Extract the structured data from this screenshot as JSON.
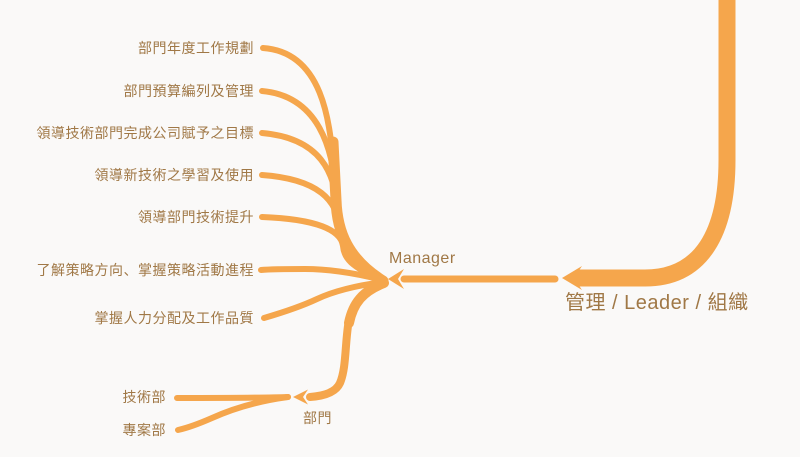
{
  "colors": {
    "background": "#FAF9F8",
    "branch": "#F5A64C",
    "text": "#A07846"
  },
  "mindmap": {
    "root": {
      "label": "管理 / Leader / 組織"
    },
    "manager": {
      "label": "Manager",
      "children": [
        "部門年度工作規劃",
        "部門預算編列及管理",
        "領導技術部門完成公司賦予之目標",
        "領導新技術之學習及使用",
        "領導部門技術提升",
        "了解策略方向、掌握策略活動進程",
        "掌握人力分配及工作品質"
      ]
    },
    "department": {
      "label": "部門",
      "children": [
        "技術部",
        "專案部"
      ]
    }
  }
}
